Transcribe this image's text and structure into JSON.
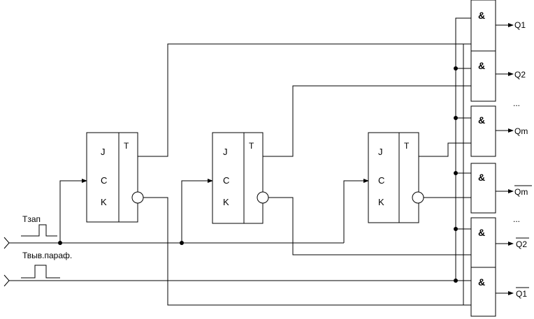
{
  "inputs": {
    "tzap": "Тзап",
    "tvyv": "Твыв.параф."
  },
  "trigger": {
    "j": "J",
    "c": "C",
    "k": "K",
    "t": "T"
  },
  "and_label": "&",
  "outputs": [
    "Q1",
    "Q2",
    "...",
    "Qm",
    "Qm",
    "...",
    "Q2",
    "Q1"
  ]
}
